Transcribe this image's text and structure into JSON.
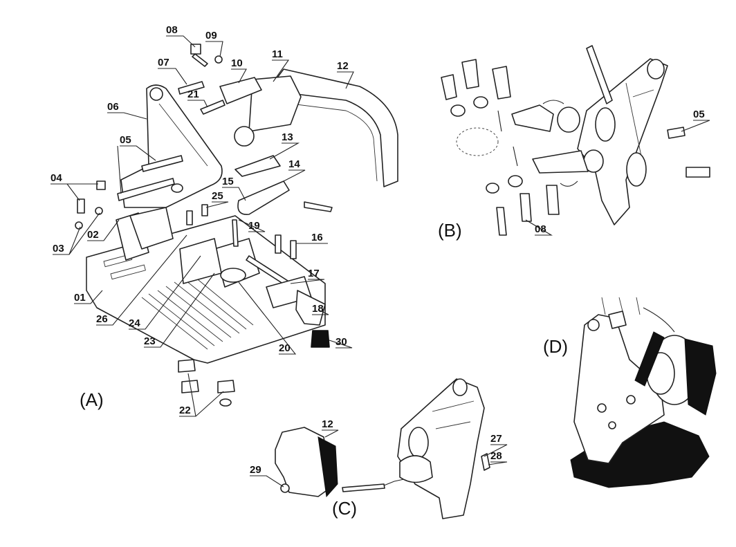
{
  "diagram": {
    "sections": [
      "(A)",
      "(B)",
      "(C)",
      "(D)"
    ],
    "callouts_A": [
      "08",
      "09",
      "07",
      "10",
      "11",
      "12",
      "21",
      "06",
      "05",
      "13",
      "14",
      "04",
      "15",
      "25",
      "02",
      "03",
      "19",
      "16",
      "01",
      "17",
      "26",
      "24",
      "18",
      "23",
      "20",
      "30",
      "22"
    ],
    "callouts_B": [
      "05",
      "08"
    ],
    "callouts_C": [
      "12",
      "29",
      "27",
      "28"
    ]
  }
}
